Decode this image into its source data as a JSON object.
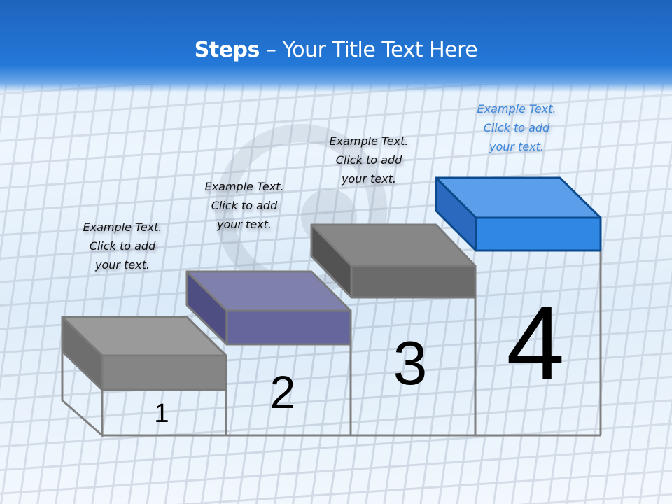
{
  "slide": {
    "title_bold": "Steps",
    "title_rest": " – Your Title Text Here"
  },
  "steps": [
    {
      "number": "1",
      "caption": [
        "Example Text.",
        "Click  to add",
        "your text."
      ],
      "color": "#888888"
    },
    {
      "number": "2",
      "caption": [
        "Example Text.",
        "Click  to add",
        "your text."
      ],
      "color": "#6466a0"
    },
    {
      "number": "3",
      "caption": [
        "Example Text.",
        "Click  to add",
        "your text."
      ],
      "color": "#6e6e6e"
    },
    {
      "number": "4",
      "caption": [
        "Example Text.",
        "Click  to add",
        "your text."
      ],
      "color": "#2e86e4"
    }
  ],
  "colors": {
    "header": "#2378d8",
    "title_text": "#ffffff",
    "caption_text": "#111111",
    "caption_highlight": "#3d86d9",
    "outline": "#808080"
  }
}
